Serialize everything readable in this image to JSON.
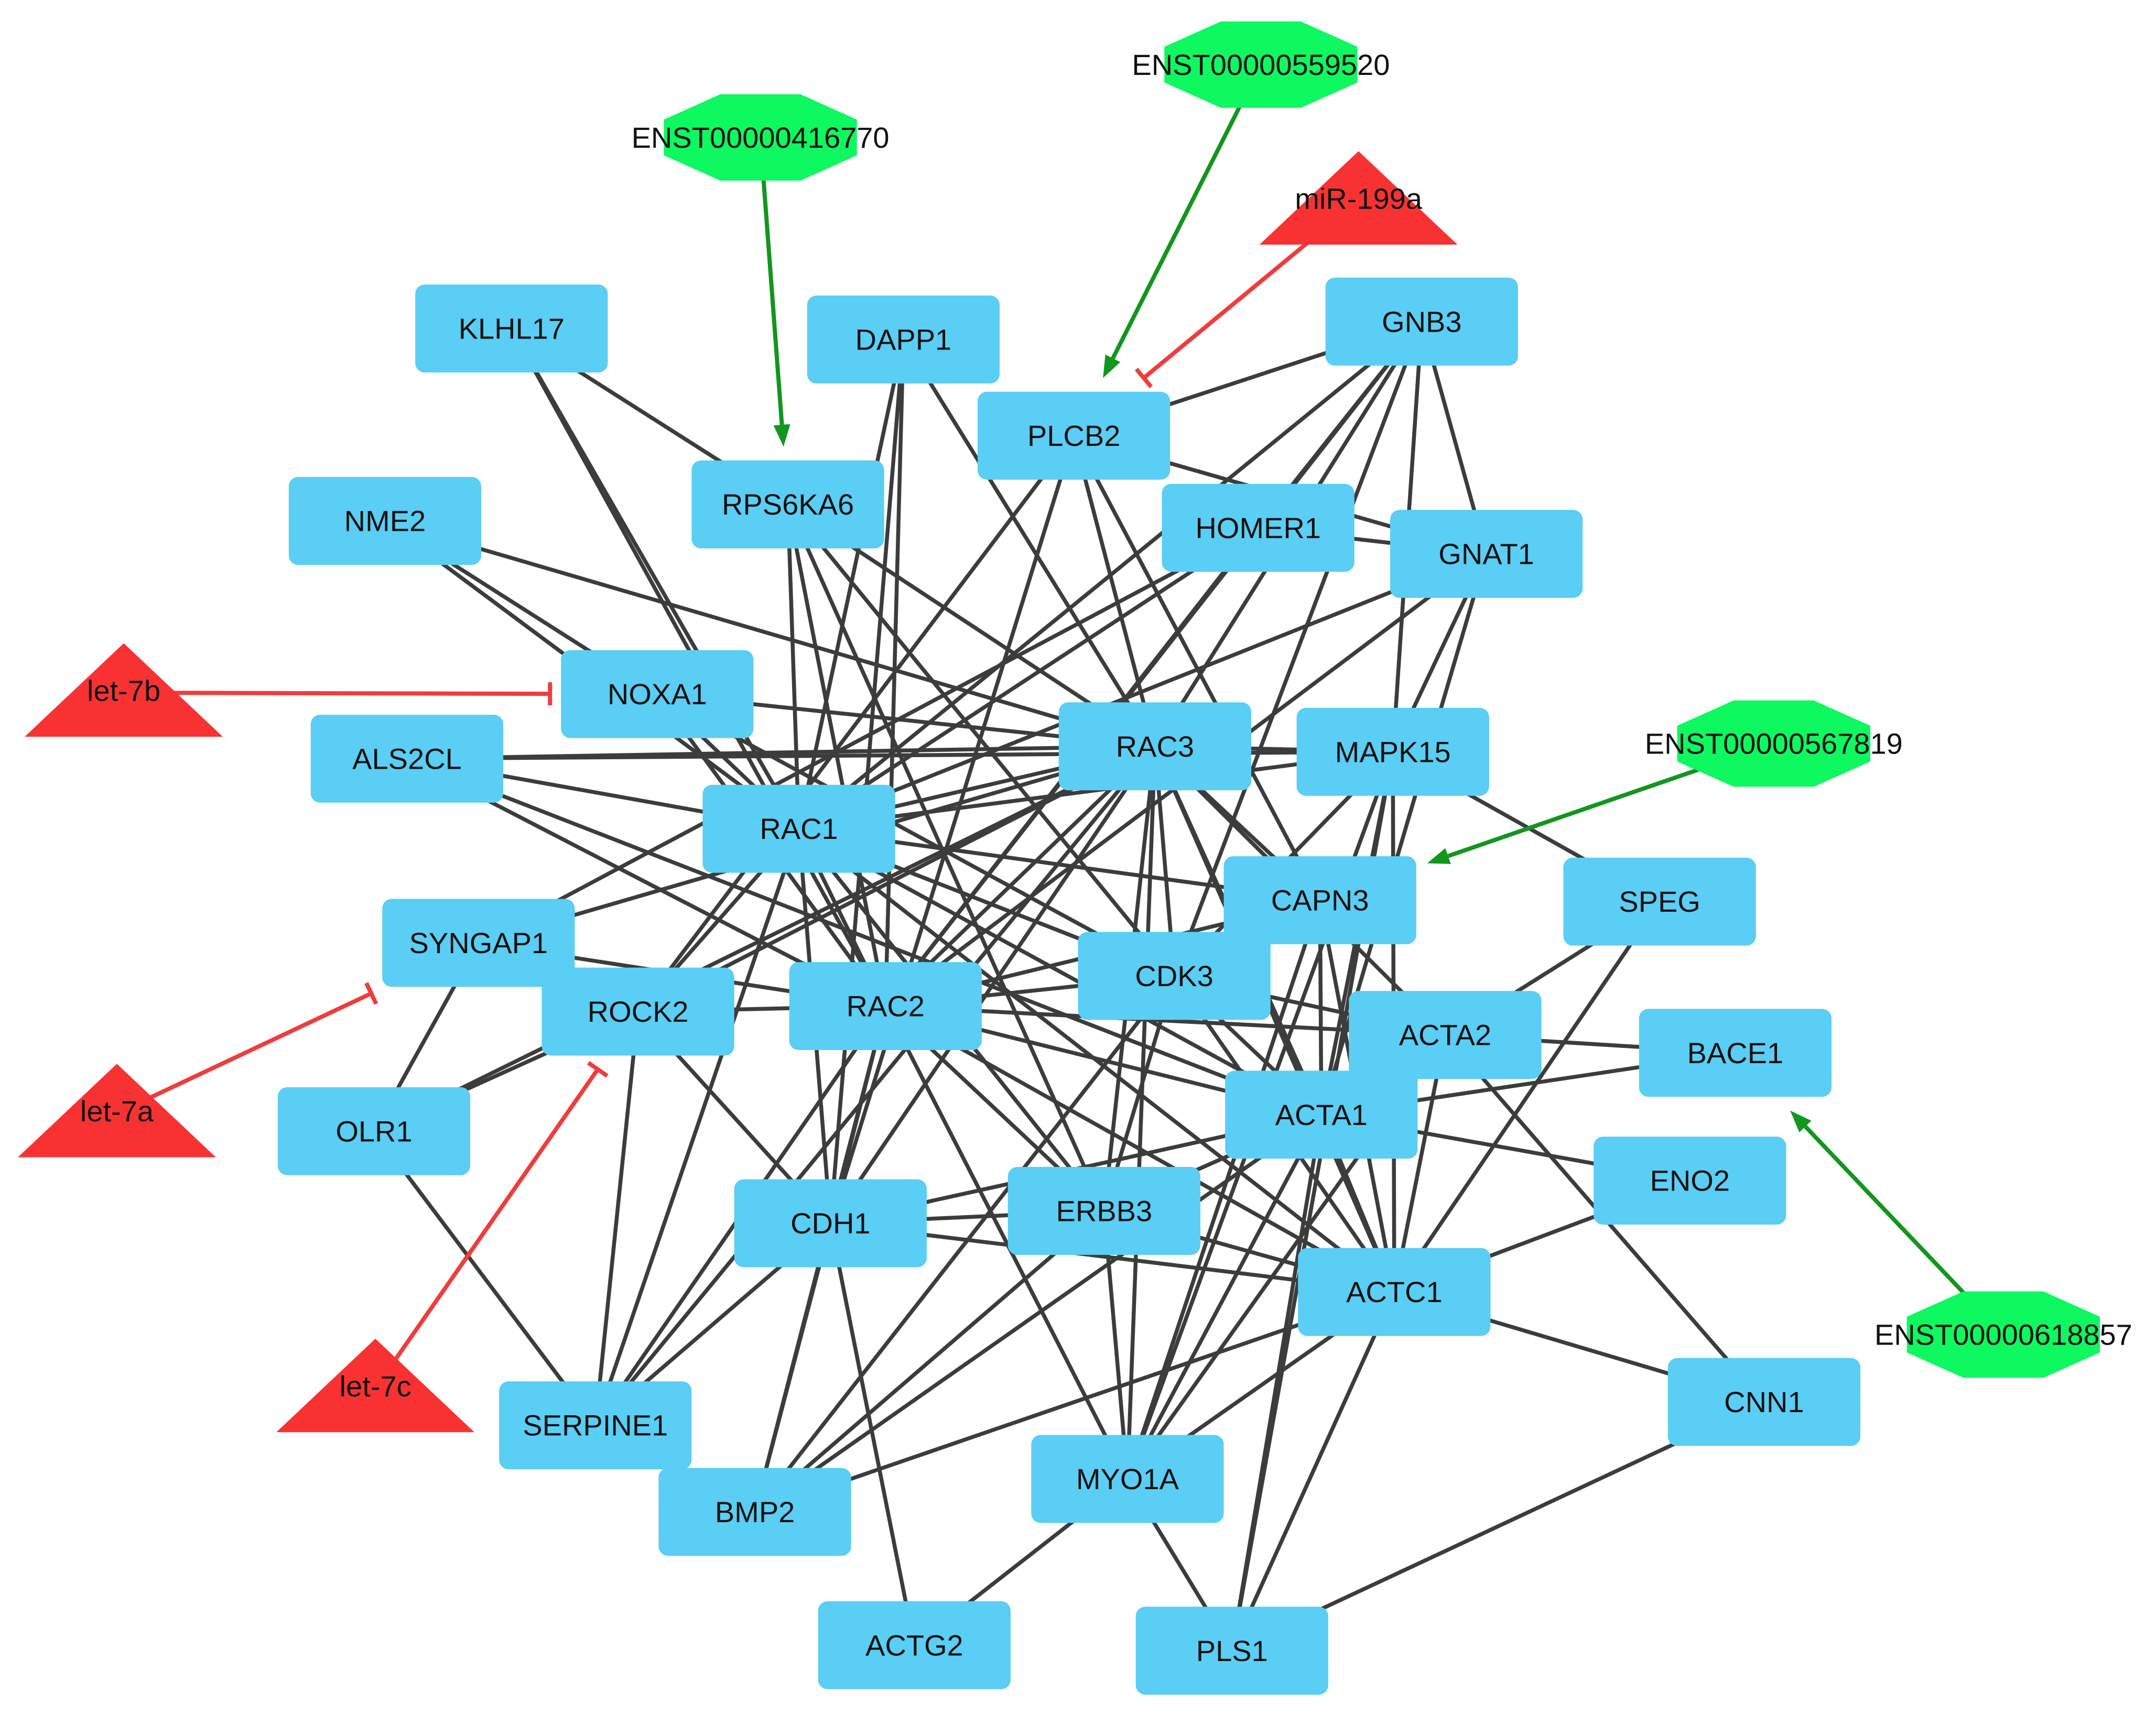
{
  "colors": {
    "gene": "#5ACEF4",
    "lncrna": "#0EF860",
    "mirna": "#F83232",
    "interaction_edge": "#3C3C3C",
    "activation_edge": "#12961E",
    "inhibition_edge": "#F03C3C"
  },
  "genes": [
    {
      "id": "KLHL17",
      "label": "KLHL17"
    },
    {
      "id": "DAPP1",
      "label": "DAPP1"
    },
    {
      "id": "GNB3",
      "label": "GNB3"
    },
    {
      "id": "PLCB2",
      "label": "PLCB2"
    },
    {
      "id": "RPS6KA6",
      "label": "RPS6KA6"
    },
    {
      "id": "NME2",
      "label": "NME2"
    },
    {
      "id": "HOMER1",
      "label": "HOMER1"
    },
    {
      "id": "GNAT1",
      "label": "GNAT1"
    },
    {
      "id": "NOXA1",
      "label": "NOXA1"
    },
    {
      "id": "ALS2CL",
      "label": "ALS2CL"
    },
    {
      "id": "RAC3",
      "label": "RAC3"
    },
    {
      "id": "MAPK15",
      "label": "MAPK15"
    },
    {
      "id": "RAC1",
      "label": "RAC1"
    },
    {
      "id": "CAPN3",
      "label": "CAPN3"
    },
    {
      "id": "SPEG",
      "label": "SPEG"
    },
    {
      "id": "SYNGAP1",
      "label": "SYNGAP1"
    },
    {
      "id": "CDK3",
      "label": "CDK3"
    },
    {
      "id": "ROCK2",
      "label": "ROCK2"
    },
    {
      "id": "RAC2",
      "label": "RAC2"
    },
    {
      "id": "ACTA2",
      "label": "ACTA2"
    },
    {
      "id": "BACE1",
      "label": "BACE1"
    },
    {
      "id": "OLR1",
      "label": "OLR1"
    },
    {
      "id": "ACTA1",
      "label": "ACTA1"
    },
    {
      "id": "ENO2",
      "label": "ENO2"
    },
    {
      "id": "CDH1",
      "label": "CDH1"
    },
    {
      "id": "ERBB3",
      "label": "ERBB3"
    },
    {
      "id": "ACTC1",
      "label": "ACTC1"
    },
    {
      "id": "CNN1",
      "label": "CNN1"
    },
    {
      "id": "SERPINE1",
      "label": "SERPINE1"
    },
    {
      "id": "MYO1A",
      "label": "MYO1A"
    },
    {
      "id": "BMP2",
      "label": "BMP2"
    },
    {
      "id": "ACTG2",
      "label": "ACTG2"
    },
    {
      "id": "PLS1",
      "label": "PLS1"
    }
  ],
  "lncrnas": [
    {
      "id": "ENST00000416770",
      "label": "ENST00000416770"
    },
    {
      "id": "ENST00000559520",
      "label": "ENST00000559520"
    },
    {
      "id": "ENST00000567819",
      "label": "ENST00000567819"
    },
    {
      "id": "ENST00000618857",
      "label": "ENST00000618857"
    }
  ],
  "mirnas": [
    {
      "id": "miR-199a",
      "label": "miR-199a"
    },
    {
      "id": "let-7b",
      "label": "let-7b"
    },
    {
      "id": "let-7a",
      "label": "let-7a"
    },
    {
      "id": "let-7c",
      "label": "let-7c"
    }
  ],
  "interactions": [
    [
      "KLHL17",
      "RPS6KA6"
    ],
    [
      "KLHL17",
      "RAC1"
    ],
    [
      "KLHL17",
      "RAC2"
    ],
    [
      "DAPP1",
      "RAC1"
    ],
    [
      "DAPP1",
      "RAC2"
    ],
    [
      "DAPP1",
      "RAC3"
    ],
    [
      "DAPP1",
      "CDH1"
    ],
    [
      "RPS6KA6",
      "RAC1"
    ],
    [
      "RPS6KA6",
      "RAC2"
    ],
    [
      "RPS6KA6",
      "RAC3"
    ],
    [
      "RPS6KA6",
      "CDK3"
    ],
    [
      "RPS6KA6",
      "ERBB3"
    ],
    [
      "PLCB2",
      "GNB3"
    ],
    [
      "PLCB2",
      "GNAT1"
    ],
    [
      "PLCB2",
      "RAC3"
    ],
    [
      "PLCB2",
      "CAPN3"
    ],
    [
      "PLCB2",
      "CDH1"
    ],
    [
      "PLCB2",
      "ROCK2"
    ],
    [
      "GNB3",
      "GNAT1"
    ],
    [
      "GNB3",
      "HOMER1"
    ],
    [
      "GNB3",
      "RAC1"
    ],
    [
      "GNB3",
      "RAC2"
    ],
    [
      "GNB3",
      "RAC3"
    ],
    [
      "GNB3",
      "MAPK15"
    ],
    [
      "GNB3",
      "CDK3"
    ],
    [
      "HOMER1",
      "GNAT1"
    ],
    [
      "HOMER1",
      "RAC1"
    ],
    [
      "HOMER1",
      "RAC2"
    ],
    [
      "HOMER1",
      "SYNGAP1"
    ],
    [
      "GNAT1",
      "RAC1"
    ],
    [
      "GNAT1",
      "RAC2"
    ],
    [
      "GNAT1",
      "MAPK15"
    ],
    [
      "GNAT1",
      "ACTA1"
    ],
    [
      "NME2",
      "NOXA1"
    ],
    [
      "NME2",
      "RAC1"
    ],
    [
      "NME2",
      "RAC3"
    ],
    [
      "NOXA1",
      "RAC1"
    ],
    [
      "NOXA1",
      "RAC2"
    ],
    [
      "NOXA1",
      "RAC3"
    ],
    [
      "NOXA1",
      "CDK3"
    ],
    [
      "ALS2CL",
      "RAC1"
    ],
    [
      "ALS2CL",
      "RAC2"
    ],
    [
      "ALS2CL",
      "RAC3"
    ],
    [
      "ALS2CL",
      "MAPK15"
    ],
    [
      "ALS2CL",
      "ACTA1"
    ],
    [
      "RAC3",
      "RAC1"
    ],
    [
      "RAC3",
      "RAC2"
    ],
    [
      "RAC3",
      "MAPK15"
    ],
    [
      "RAC3",
      "ROCK2"
    ],
    [
      "RAC3",
      "SYNGAP1"
    ],
    [
      "RAC3",
      "CAPN3"
    ],
    [
      "RAC3",
      "CDK3"
    ],
    [
      "RAC3",
      "ERBB3"
    ],
    [
      "RAC3",
      "CDH1"
    ],
    [
      "RAC3",
      "ACTA1"
    ],
    [
      "RAC3",
      "ACTC1"
    ],
    [
      "RAC3",
      "OLR1"
    ],
    [
      "RAC3",
      "SERPINE1"
    ],
    [
      "RAC3",
      "MYO1A"
    ],
    [
      "RAC3",
      "ACTA2"
    ],
    [
      "RAC1",
      "RAC2"
    ],
    [
      "RAC1",
      "ROCK2"
    ],
    [
      "RAC1",
      "CAPN3"
    ],
    [
      "RAC1",
      "CDK3"
    ],
    [
      "RAC1",
      "ACTA1"
    ],
    [
      "RAC1",
      "ACTC1"
    ],
    [
      "RAC1",
      "CDH1"
    ],
    [
      "RAC1",
      "ERBB3"
    ],
    [
      "RAC1",
      "SERPINE1"
    ],
    [
      "RAC1",
      "MAPK15"
    ],
    [
      "RAC2",
      "ROCK2"
    ],
    [
      "RAC2",
      "SYNGAP1"
    ],
    [
      "RAC2",
      "CDK3"
    ],
    [
      "RAC2",
      "ACTA1"
    ],
    [
      "RAC2",
      "ACTA2"
    ],
    [
      "RAC2",
      "ACTC1"
    ],
    [
      "RAC2",
      "CDH1"
    ],
    [
      "RAC2",
      "ERBB3"
    ],
    [
      "RAC2",
      "MYO1A"
    ],
    [
      "RAC2",
      "BMP2"
    ],
    [
      "RAC2",
      "SERPINE1"
    ],
    [
      "RAC2",
      "CAPN3"
    ],
    [
      "MAPK15",
      "SPEG"
    ],
    [
      "MAPK15",
      "ACTA1"
    ],
    [
      "MAPK15",
      "ACTC1"
    ],
    [
      "MAPK15",
      "CDK3"
    ],
    [
      "MAPK15",
      "PLS1"
    ],
    [
      "MAPK15",
      "MYO1A"
    ],
    [
      "CAPN3",
      "ACTA1"
    ],
    [
      "CAPN3",
      "ACTC1"
    ],
    [
      "CAPN3",
      "MYO1A"
    ],
    [
      "SPEG",
      "ACTA1"
    ],
    [
      "SPEG",
      "ACTC1"
    ],
    [
      "SYNGAP1",
      "ROCK2"
    ],
    [
      "SYNGAP1",
      "OLR1"
    ],
    [
      "ROCK2",
      "OLR1"
    ],
    [
      "ROCK2",
      "SERPINE1"
    ],
    [
      "ROCK2",
      "CDH1"
    ],
    [
      "CDK3",
      "ACTA1"
    ],
    [
      "CDK3",
      "ACTC1"
    ],
    [
      "CDK3",
      "ERBB3"
    ],
    [
      "CDK3",
      "ACTA2"
    ],
    [
      "CDK3",
      "BMP2"
    ],
    [
      "ACTA2",
      "BACE1"
    ],
    [
      "ACTA2",
      "ACTA1"
    ],
    [
      "ACTA2",
      "ACTC1"
    ],
    [
      "ACTA2",
      "CNN1"
    ],
    [
      "ACTA2",
      "MYO1A"
    ],
    [
      "ACTA1",
      "BACE1"
    ],
    [
      "ACTA1",
      "ENO2"
    ],
    [
      "ACTA1",
      "ACTC1"
    ],
    [
      "ACTA1",
      "CDH1"
    ],
    [
      "ACTA1",
      "ERBB3"
    ],
    [
      "ACTA1",
      "MYO1A"
    ],
    [
      "ACTA1",
      "PLS1"
    ],
    [
      "ACTA1",
      "BMP2"
    ],
    [
      "ENO2",
      "ACTC1"
    ],
    [
      "OLR1",
      "SERPINE1"
    ],
    [
      "CDH1",
      "ERBB3"
    ],
    [
      "CDH1",
      "ACTC1"
    ],
    [
      "CDH1",
      "SERPINE1"
    ],
    [
      "CDH1",
      "BMP2"
    ],
    [
      "CDH1",
      "ACTG2"
    ],
    [
      "ERBB3",
      "ACTC1"
    ],
    [
      "ERBB3",
      "MYO1A"
    ],
    [
      "ERBB3",
      "BMP2"
    ],
    [
      "ACTC1",
      "CNN1"
    ],
    [
      "ACTC1",
      "MYO1A"
    ],
    [
      "ACTC1",
      "PLS1"
    ],
    [
      "ACTC1",
      "BMP2"
    ],
    [
      "MYO1A",
      "ACTG2"
    ],
    [
      "MYO1A",
      "PLS1"
    ],
    [
      "CNN1",
      "PLS1"
    ]
  ],
  "regulations": [
    {
      "source": "ENST00000416770",
      "target": "RPS6KA6",
      "type": "activation"
    },
    {
      "source": "ENST00000559520",
      "target": "PLCB2",
      "type": "activation"
    },
    {
      "source": "ENST00000567819",
      "target": "CAPN3",
      "type": "activation"
    },
    {
      "source": "ENST00000618857",
      "target": "BACE1",
      "type": "activation"
    },
    {
      "source": "miR-199a",
      "target": "PLCB2",
      "type": "inhibition"
    },
    {
      "source": "let-7b",
      "target": "NOXA1",
      "type": "inhibition"
    },
    {
      "source": "let-7a",
      "target": "SYNGAP1",
      "type": "inhibition"
    },
    {
      "source": "let-7c",
      "target": "ROCK2",
      "type": "inhibition"
    }
  ]
}
